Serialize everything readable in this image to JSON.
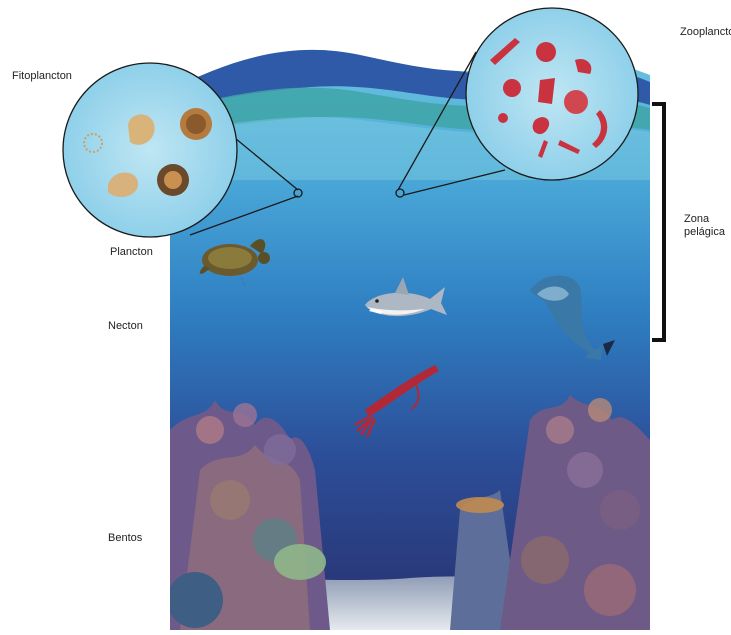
{
  "labels": {
    "fitoplancton": "Fitoplancton",
    "zooplancton": "Zooplancton",
    "plancton": "Plancton",
    "necton": "Necton",
    "bentos": "Bentos",
    "zona_pelagica_line1": "Zona",
    "zona_pelagica_line2": "pelágica"
  },
  "colors": {
    "ocean_top": "#4fb3d6",
    "ocean_mid": "#2a7fc0",
    "ocean_deep": "#2b3f86",
    "wave_dark": "#2f5aa8",
    "wave_teal": "#3fa5a8",
    "sand": "#cfd6dd",
    "bracket": "#111111",
    "zooplankton": "#c8333f",
    "phytoplankton": "#c9a06a"
  },
  "icons": [
    "sea-turtle-icon",
    "shark-icon",
    "dolphin-icon",
    "squid-icon",
    "coral-icon"
  ]
}
